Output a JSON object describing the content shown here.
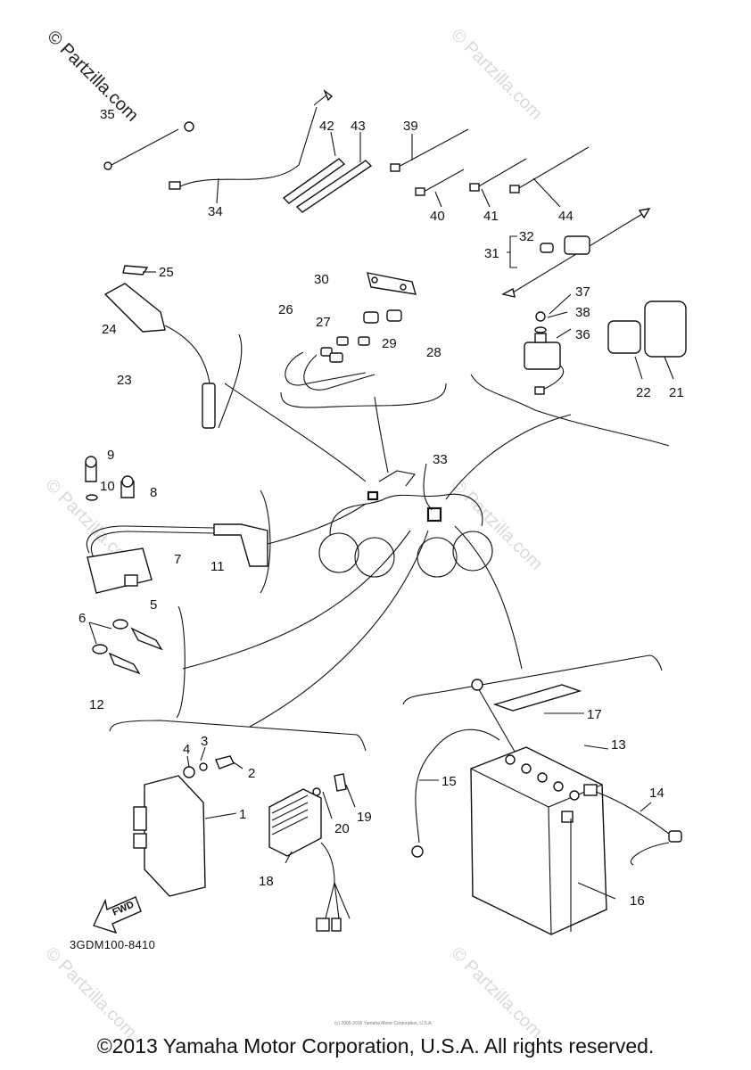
{
  "watermark": {
    "main": "© Partzilla.com",
    "tiles": [
      "© Partzilla.com",
      "© Partzilla.com",
      "© Partzilla.com",
      "© Partzilla.com",
      "© Partzilla.com"
    ]
  },
  "callouts": [
    "1",
    "2",
    "3",
    "4",
    "5",
    "6",
    "7",
    "8",
    "9",
    "10",
    "11",
    "12",
    "13",
    "14",
    "15",
    "16",
    "17",
    "18",
    "19",
    "20",
    "21",
    "22",
    "23",
    "24",
    "25",
    "26",
    "27",
    "28",
    "29",
    "30",
    "31",
    "32",
    "33",
    "34",
    "35",
    "36",
    "37",
    "38",
    "39",
    "40",
    "41",
    "42",
    "43",
    "44"
  ],
  "fwd_label": "FWD",
  "doc_code": "3GDM100-8410",
  "tiny_note": "(c) 2005-2016 Yamaha Motor Corporation, U.S.A.",
  "copyright": "©2013 Yamaha Motor Corporation, U.S.A. All rights reserved."
}
